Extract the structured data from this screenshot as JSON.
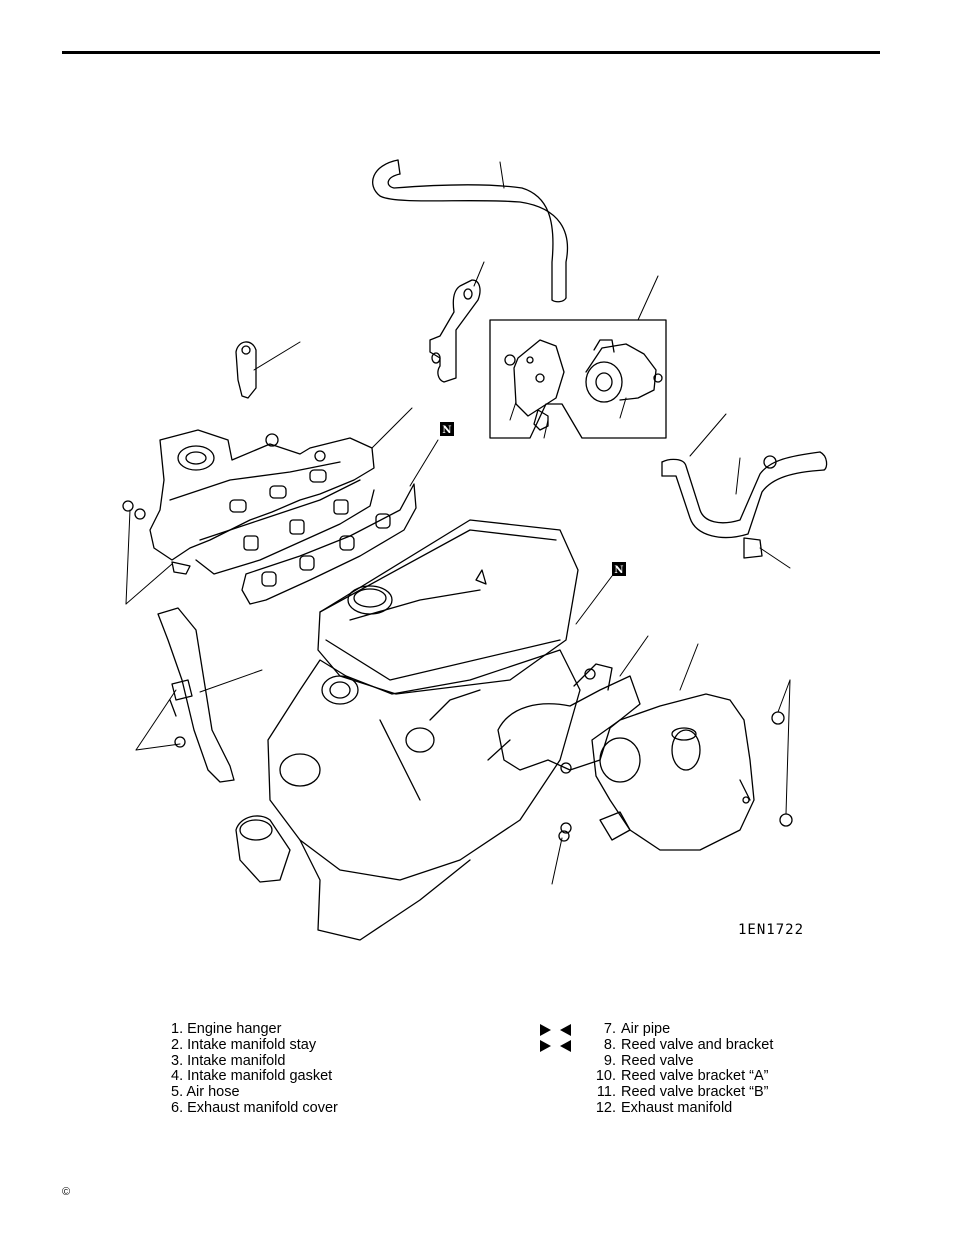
{
  "figure": {
    "id": "1EN1722",
    "marker_label": "N"
  },
  "legend_left": [
    {
      "num": "1.",
      "text": "Engine hanger"
    },
    {
      "num": "2.",
      "text": "Intake manifold stay"
    },
    {
      "num": "3.",
      "text": "Intake manifold"
    },
    {
      "num": "4.",
      "text": "Intake manifold gasket"
    },
    {
      "num": "5.",
      "text": "Air hose"
    },
    {
      "num": "6.",
      "text": "Exhaust manifold cover"
    }
  ],
  "legend_right": [
    {
      "num": "7.",
      "text": "Air pipe",
      "marked": true
    },
    {
      "num": "8.",
      "text": "Reed valve and bracket",
      "marked": true
    },
    {
      "num": "9.",
      "text": "Reed valve",
      "marked": false
    },
    {
      "num": "10.",
      "text": "Reed valve bracket “A”",
      "marked": false
    },
    {
      "num": "11.",
      "text": "Reed valve bracket “B”",
      "marked": false
    },
    {
      "num": "12.",
      "text": "Exhaust manifold",
      "marked": false
    }
  ],
  "footer": {
    "copyright": "©"
  }
}
